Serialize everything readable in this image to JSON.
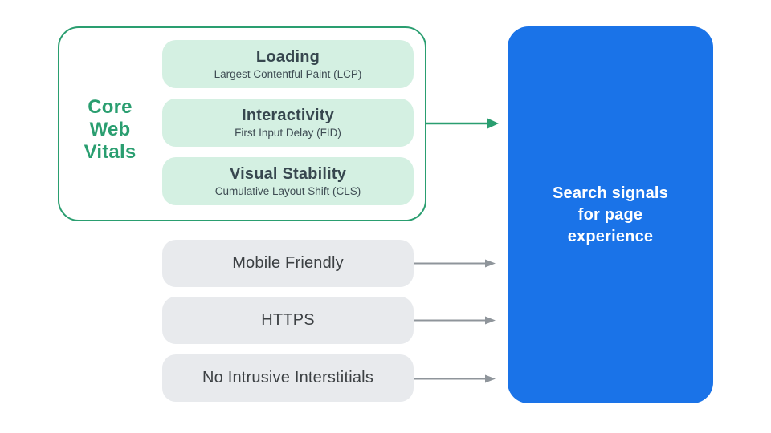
{
  "diagram": {
    "title_hint": "Search signals for page experience diagram",
    "core_web_vitals": {
      "label": "Core\nWeb\nVitals",
      "items": [
        {
          "title": "Loading",
          "subtitle": "Largest Contentful Paint (LCP)"
        },
        {
          "title": "Interactivity",
          "subtitle": "First Input Delay (FID)"
        },
        {
          "title": "Visual Stability",
          "subtitle": "Cumulative Layout Shift (CLS)"
        }
      ]
    },
    "other_signals": [
      "Mobile Friendly",
      "HTTPS",
      "No Intrusive Interstitials"
    ],
    "result_box": {
      "label": "Search signals\nfor page\nexperience"
    },
    "colors": {
      "green_accent": "#2a9e70",
      "green_pill_fill": "#d4f0e2",
      "blue_box_fill": "#1a73e8",
      "gray_pill_fill": "#e8eaed",
      "dark_text": "#37474f",
      "gray_arrow": "#8f959b",
      "white_text": "#ffffff"
    }
  }
}
